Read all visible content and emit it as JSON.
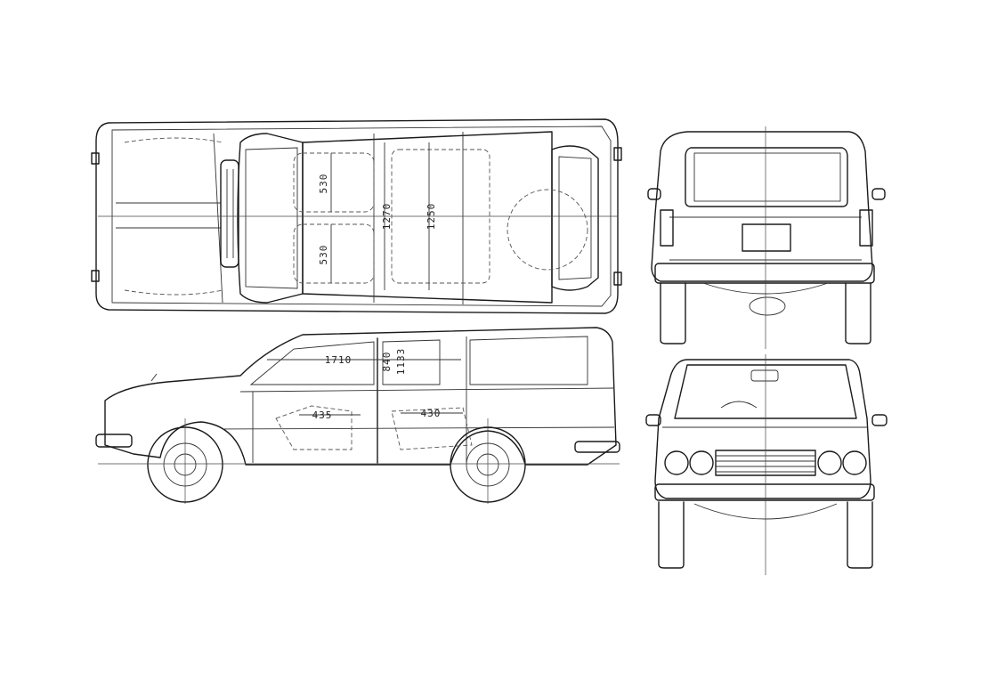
{
  "views": {
    "top": {
      "dimensions": {
        "front_seat_width": "530",
        "rear_seat_width": "530",
        "front_interior_width": "1270",
        "rear_interior_width": "1250"
      }
    },
    "side": {
      "dimensions": {
        "interior_length": "1710",
        "headroom_front": "840",
        "headroom_rear": "1133",
        "front_seat_depth": "435",
        "rear_seat_depth": "430"
      }
    },
    "rear": {},
    "front": {}
  },
  "colors": {
    "line": "#1a1a1a",
    "paper": "#ffffff"
  }
}
